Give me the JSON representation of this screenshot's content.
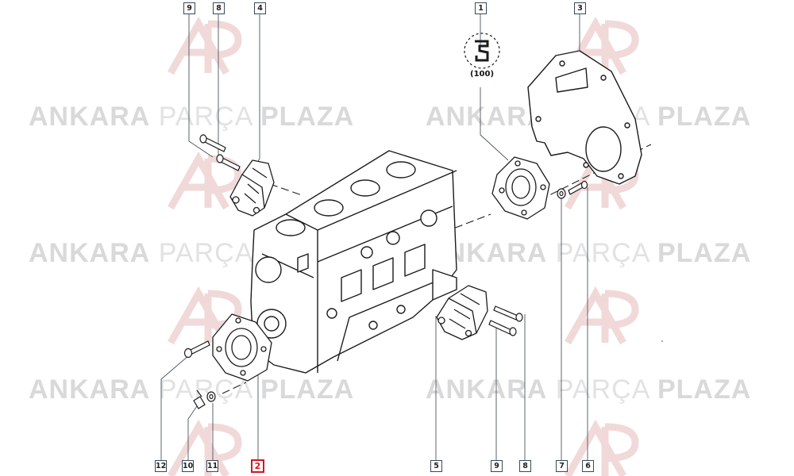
{
  "watermark": {
    "brand_left": "ANKARA",
    "brand_mid": "PARÇA",
    "brand_right": "PLAZA",
    "logo_initials": "AP",
    "logo_color": "#e3b7b7"
  },
  "callouts": {
    "top": [
      "9",
      "8",
      "4",
      "1",
      "3"
    ],
    "bottom": [
      "12",
      "10",
      "11",
      "2",
      "5",
      "9",
      "8",
      "7",
      "6"
    ],
    "highlighted": "2",
    "highlight_color": "#d8141f"
  },
  "seal_code": "(100)"
}
